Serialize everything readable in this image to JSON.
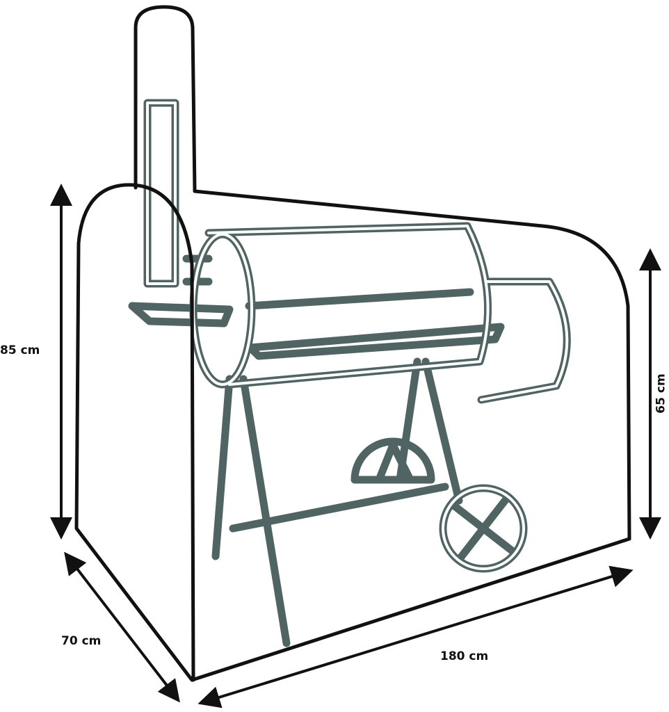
{
  "dimensions": {
    "height_front": "85 cm",
    "height_back": "65 cm",
    "depth": "70 cm",
    "width": "180 cm"
  },
  "colors": {
    "cover_outline": "#111111",
    "grill_outline": "#4f6463"
  }
}
